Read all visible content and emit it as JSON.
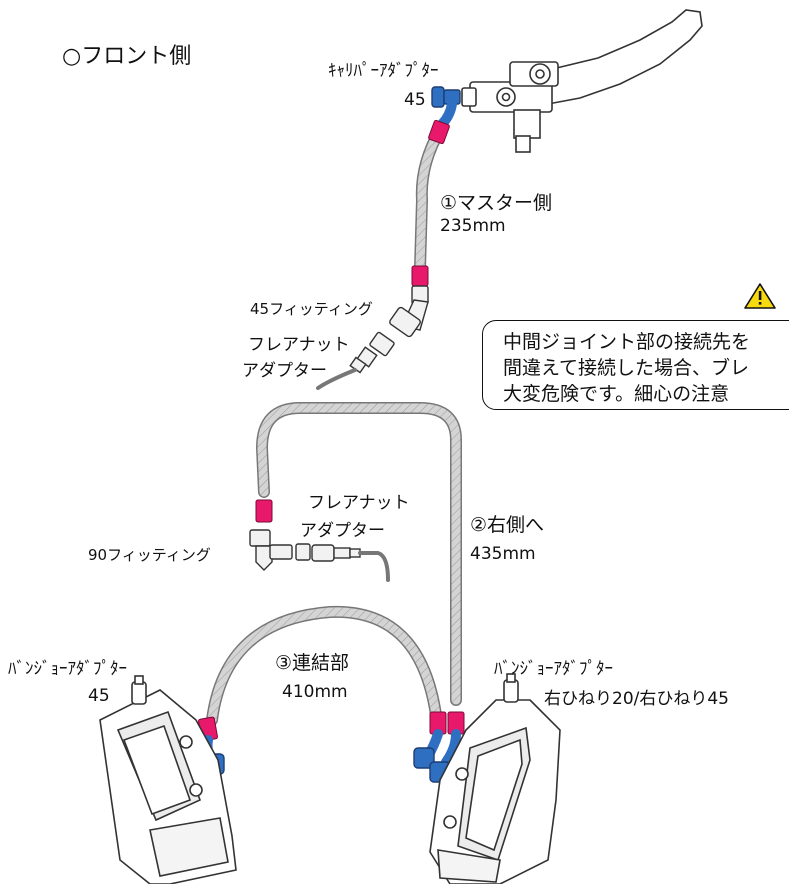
{
  "title": "○フロント側",
  "labels": {
    "caliper_adapter_top": "ｷｬﾘﾊﾟｰｱﾀﾞﾌﾟﾀｰ",
    "angle_top": "45",
    "master_hose_name": "①マスター側",
    "master_hose_length": "235mm",
    "fitting_45": "45フィッティング",
    "flare_nut_adapter_1a": "フレアナット",
    "flare_nut_adapter_1b": "アダプター",
    "flare_nut_adapter_2a": "フレアナット",
    "flare_nut_adapter_2b": "アダプター",
    "fitting_90": "90フィッティング",
    "right_hose_name": "②右側へ",
    "right_hose_length": "435mm",
    "link_hose_name": "③連結部",
    "link_hose_length": "410mm",
    "banjo_left": "ﾊﾞﾝｼﾞｮｰｱﾀﾞﾌﾟﾀｰ",
    "banjo_left_angle": "45",
    "banjo_right": "ﾊﾞﾝｼﾞｮｰｱﾀﾞﾌﾟﾀｰ",
    "banjo_right_twist": "右ひねり20/右ひねり45"
  },
  "warning": {
    "line1": "中間ジョイント部の接続先を",
    "line2": "間違えて接続した場合、ブレ",
    "line3": "大変危険です。細心の注意",
    "icon": "warning-triangle-icon"
  },
  "colors": {
    "hose": "#c9c9c9",
    "hose_outline": "#777777",
    "collar": "#e8186b",
    "banjo_blue": "#2f6fc2",
    "warning_yellow": "#f6d90f"
  }
}
